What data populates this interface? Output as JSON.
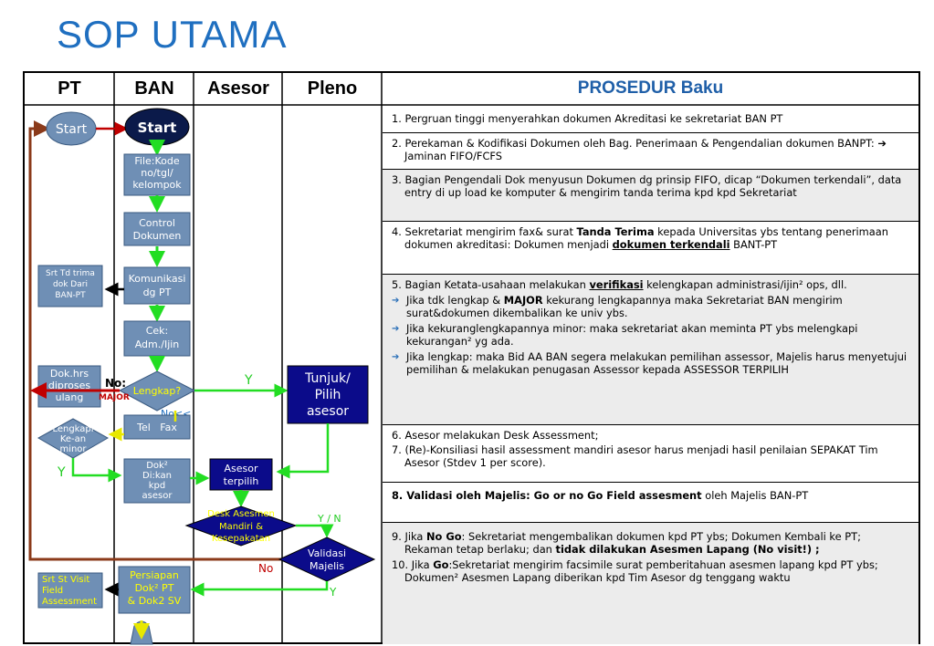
{
  "title": "SOP UTAMA",
  "columns": {
    "pt": "PT",
    "ban": "BAN",
    "asesor": "Asesor",
    "pleno": "Pleno",
    "prosedur": "PROSEDUR Baku"
  },
  "flow": {
    "start_pt": "Start",
    "start_ban": "Start",
    "file_kode": [
      "File:Kode",
      "no/tgl/",
      "kelompok"
    ],
    "control": [
      "Control",
      "Dokumen"
    ],
    "srt_td": [
      "Srt Td trima",
      "dok Dari",
      "BAN-PT"
    ],
    "komunikasi": [
      "Komunikasi",
      "dg PT"
    ],
    "cek": [
      "Cek:",
      "Adm./Ijin"
    ],
    "dok_hrs": [
      "Dok.hrs",
      "diproses",
      "ulang"
    ],
    "no_label": "No:",
    "major_label": "MAJOR",
    "lengkap_q": "Lengkap?",
    "no_minor_label": "No<<",
    "y_label1": "Y",
    "tunjuk": [
      "Tunjuk/",
      "Pilih",
      "asesor"
    ],
    "tel_fax": "Tel   Fax",
    "lengkapi": [
      "Lengkapi",
      "Ke-an",
      "minor"
    ],
    "y_label2": "Y",
    "dok_kan": [
      "Dok²",
      "Di:kan",
      "kpd",
      "asesor"
    ],
    "asesor_terpilih": [
      "Asesor",
      "terpilih"
    ],
    "desk": [
      "Desk Asesmen",
      "Mandiri &",
      "Kesepakatan"
    ],
    "yn_label": "Y / N",
    "validasi": [
      "Validasi",
      "Majelis"
    ],
    "no_label2": "No",
    "y_label3": "Y",
    "srt_visit": [
      "Srt St Visit",
      "Field",
      "Assessment"
    ],
    "persiapan": [
      "Persiapan",
      "Dok² PT",
      "& Dok2 SV"
    ]
  },
  "prosedur": {
    "s1": "1. Pergruan tinggi menyerahkan dokumen Akreditasi  ke sekretariat BAN PT",
    "s2": "2. Perekaman & Kodifikasi Dokumen oleh Bag. Penerimaan & Pengendalian dokumen BANPT: ➔ Jaminan FIFO/FCFS",
    "s3": "3. Bagian Pengendali Dok menyusun Dokumen dg prinsip FIFO, dicap “Dokumen terkendali”, data entry di up load ke komputer & mengirim tanda terima kpd kpd Sekretariat",
    "s4_a": "4. Sekretariat mengirim fax& surat ",
    "s4_b": "Tanda Terima",
    "s4_c": " kepada Universitas ybs tentang penerimaan dokumen akreditasi: Dokumen menjadi ",
    "s4_d": "dokumen terkendali",
    "s4_e": " BANT-PT",
    "s5_a": "5. Bagian Ketata-usahaan melakukan ",
    "s5_b": "verifikasi",
    "s5_c": " kelengkapan administrasi/ijin² ops, dll.",
    "s5_sub1_a": "Jika tdk lengkap & ",
    "s5_sub1_b": "MAJOR",
    "s5_sub1_c": " kekurang lengkapannya maka Sekretariat BAN mengirim surat&dokumen dikembalikan ke univ ybs.",
    "s5_sub2": "Jika kekuranglengkapannya minor: maka sekretariat akan meminta PT ybs melengkapi kekurangan² yg ada.",
    "s5_sub3": "Jika lengkap: maka Bid AA BAN segera melakukan pemilihan assessor, Majelis harus menyetujui pemilihan & melakukan penugasan Assessor kepada ASSESSOR TERPILIH",
    "s6": "6. Asesor melakukan Desk  Assessment;",
    "s7": "7. (Re)-Konsiliasi hasil assessment mandiri asesor harus menjadi hasil penilaian SEPAKAT  Tim Asesor (Stdev 1 per score).",
    "s8_a": "8. Validasi oleh Majelis: Go or no Go Field assesment",
    "s8_b": " oleh Majelis BAN-PT",
    "s9_a": "9. Jika ",
    "s9_b": "No Go",
    "s9_c": ": Sekretariat mengembalikan dokumen kpd PT ybs; Dokumen Kembali ke PT; Rekaman tetap berlaku; dan ",
    "s9_d": "tidak dilakukan Asesmen Lapang (No visit!) ;",
    "s10_a": "10. Jika ",
    "s10_b": "Go",
    "s10_c": ":Sekretariat mengirim facsimile surat pemberitahuan asesmen lapang kpd PT ybs; Dokumen² Asesmen Lapang diberikan kpd Tim Asesor dg tenggang waktu"
  },
  "colors": {
    "title": "#1f6fc0",
    "box": "#6f8fb5",
    "navy": "#0b0b8a",
    "green": "#22dd22",
    "red": "#c00000",
    "brown": "#8b3a1a",
    "yellow": "#ffff00",
    "prosedur": "#1f5fa8"
  }
}
